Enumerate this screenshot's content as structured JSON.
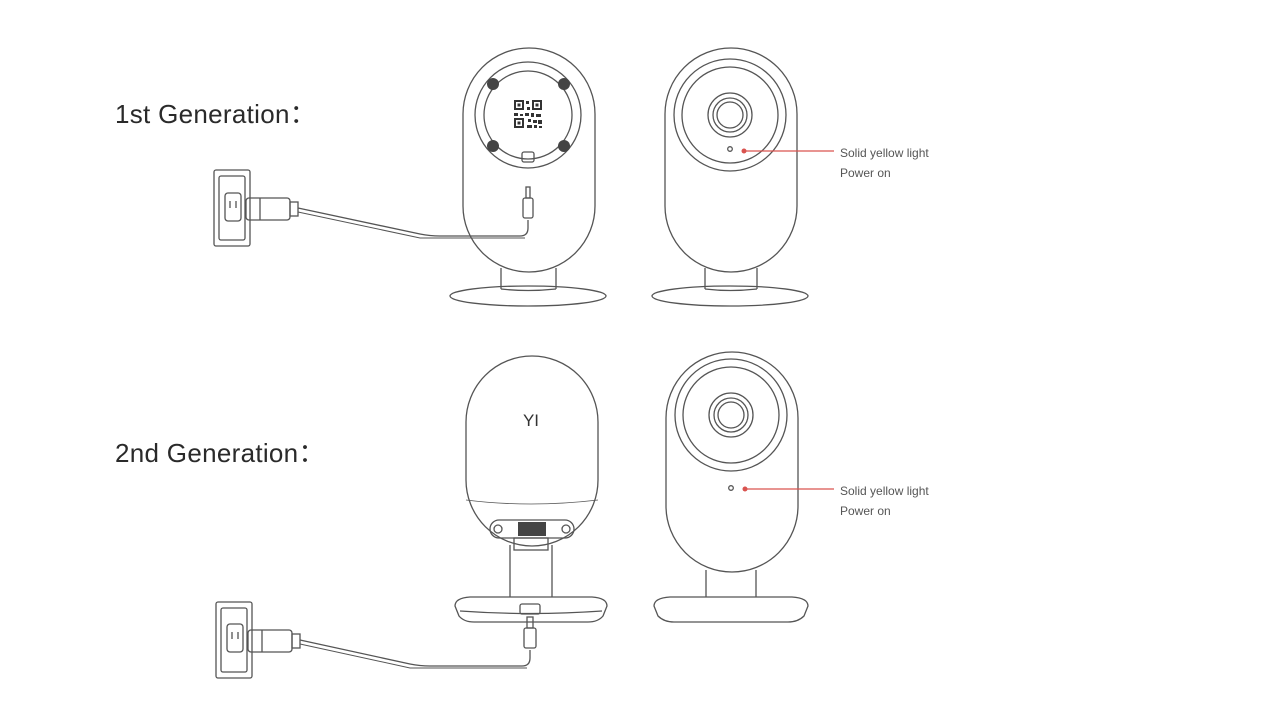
{
  "colors": {
    "stroke": "#555555",
    "accent": "#d9534f",
    "text": "#2a2a2a"
  },
  "gen1": {
    "title": "1st Generation：",
    "light_label": "Solid yellow light",
    "status_label": "Power on"
  },
  "gen2": {
    "title": "2nd Generation：",
    "logo": "YI",
    "light_label": "Solid yellow light",
    "status_label": "Power on"
  }
}
